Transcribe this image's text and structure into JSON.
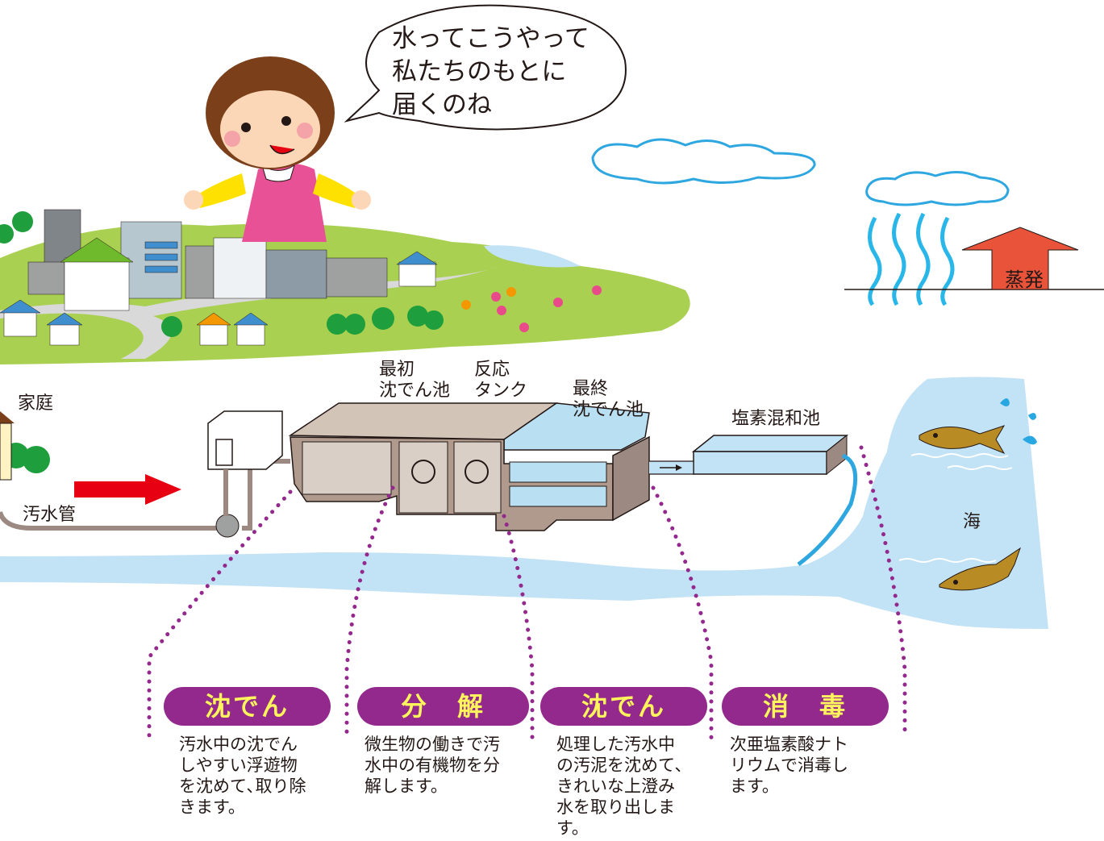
{
  "speech": [
    "水ってこうやって",
    "私たちのもとに",
    "届くのね"
  ],
  "labels": {
    "evaporation": "蒸発",
    "home": "家庭",
    "sewer_pipe": "汚水管",
    "primary_tank": [
      "最初",
      "沈でん池"
    ],
    "reaction_tank": [
      "反応",
      "タンク"
    ],
    "final_tank": [
      "最終",
      "沈でん池"
    ],
    "chlorine_tank": "塩素混和池",
    "sea": "海"
  },
  "stages": [
    {
      "title": "沈でん",
      "description": "汚水中の沈でん\nしやすい浮遊物\nを沈めて､取り除\nきます。"
    },
    {
      "title": "分　解",
      "description": "微生物の働きで汚\n水中の有機物を分\n解します。"
    },
    {
      "title": "沈でん",
      "description": "処理した汚水中\nの汚泥を沈めて､\nきれいな上澄み\n水を取り出しま\nす。"
    },
    {
      "title": "消　毒",
      "description": "次亜塩素酸ナト\nリウムで消毒し\nます。"
    }
  ],
  "colors": {
    "stage_bg": "#93288d",
    "stage_text": "#fff45c",
    "water": "#c2e2f5",
    "ground": "#a9d051",
    "arrow_red": "#e60012",
    "evap_arrow": "#e8533a"
  }
}
